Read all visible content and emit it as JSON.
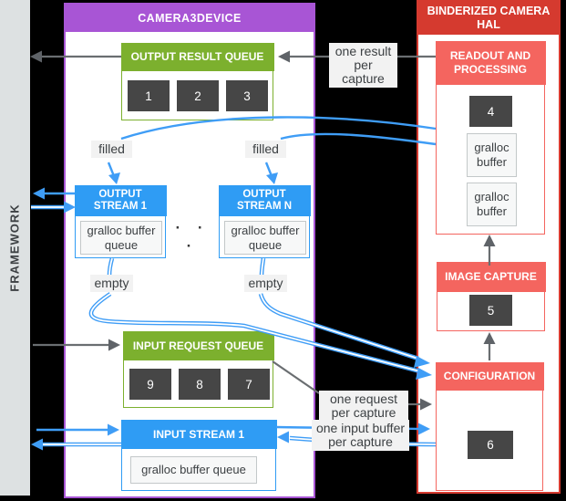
{
  "framework": {
    "label": "FRAMEWORK"
  },
  "camera3device": {
    "title": "CAMERA3DEVICE",
    "output_result_queue": {
      "title": "OUTPUT RESULT QUEUE",
      "items": [
        "1",
        "2",
        "3"
      ]
    },
    "output_streams": [
      {
        "title": "OUTPUT STREAM 1",
        "queue_label": "gralloc buffer queue"
      },
      {
        "title": "OUTPUT STREAM N",
        "queue_label": "gralloc buffer queue"
      }
    ],
    "dots": "· · ·",
    "input_request_queue": {
      "title": "INPUT REQUEST QUEUE",
      "items": [
        "9",
        "8",
        "7"
      ]
    },
    "input_stream_1": {
      "title": "INPUT STREAM 1",
      "queue_label": "gralloc buffer queue"
    }
  },
  "hal": {
    "title": "BINDERIZED CAMERA HAL",
    "readout": {
      "title": "READOUT AND PROCESSING",
      "item": "4",
      "buffers": [
        "gralloc buffer",
        "gralloc buffer"
      ]
    },
    "image_capture": {
      "title": "IMAGE CAPTURE",
      "item": "5"
    },
    "configuration": {
      "title": "CONFIGURATION",
      "item": "6"
    }
  },
  "annotations": {
    "one_result": "one result per capture",
    "filled_left": "filled",
    "filled_right": "filled",
    "empty_left": "empty",
    "empty_right": "empty",
    "one_request": "one request per capture",
    "one_input_buffer": "one input buffer per capture"
  },
  "colors": {
    "purple": "#a855d5",
    "green": "#7cb02e",
    "blue": "#2f9cf4",
    "red": "#d53a2f",
    "salmon": "#f4655f",
    "dark_box": "#464646",
    "framework_bg": "#dde1e2",
    "label_bg": "#f2f2f2",
    "arrow_blue": "#3f9df6",
    "arrow_gray": "#6a6e71"
  }
}
